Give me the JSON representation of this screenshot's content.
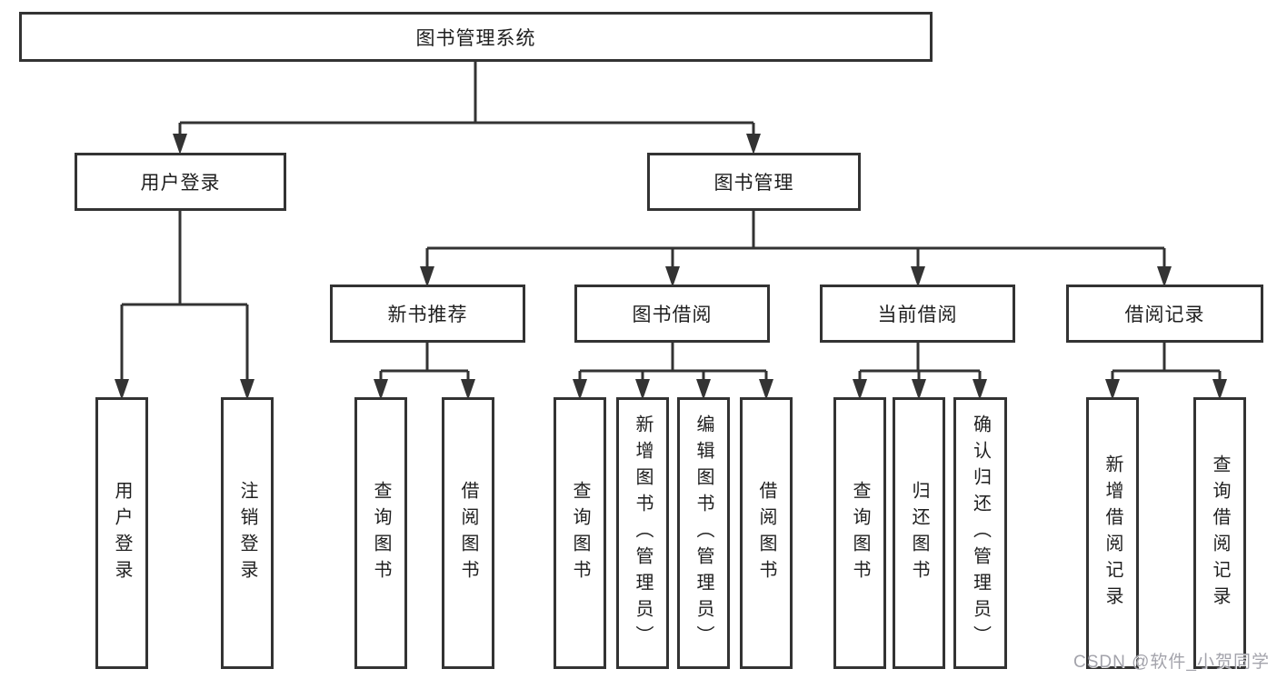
{
  "colors": {
    "line": "#333333",
    "box_border": "#333333",
    "box_fill": "#ffffff",
    "text": "#1f1f1f",
    "watermark": "#9e9ea6",
    "background": "#ffffff"
  },
  "tree": {
    "root": {
      "label": "图书管理系统"
    },
    "branches": [
      {
        "label": "用户登录",
        "children": [
          {
            "label": "用户登录"
          },
          {
            "label": "注销登录"
          }
        ]
      },
      {
        "label": "图书管理",
        "children": [
          {
            "label": "新书推荐",
            "children": [
              {
                "label": "查询图书"
              },
              {
                "label": "借阅图书"
              }
            ]
          },
          {
            "label": "图书借阅",
            "children": [
              {
                "label": "查询图书"
              },
              {
                "label": "新增图书（管理员）"
              },
              {
                "label": "编辑图书（管理员）"
              },
              {
                "label": "借阅图书"
              }
            ]
          },
          {
            "label": "当前借阅",
            "children": [
              {
                "label": "查询图书"
              },
              {
                "label": "归还图书"
              },
              {
                "label": "确认归还（管理员）"
              }
            ]
          },
          {
            "label": "借阅记录",
            "children": [
              {
                "label": "新增借阅记录"
              },
              {
                "label": "查询借阅记录"
              }
            ]
          }
        ]
      }
    ]
  },
  "watermark": {
    "text": "CSDN @软件_小贺同学"
  }
}
